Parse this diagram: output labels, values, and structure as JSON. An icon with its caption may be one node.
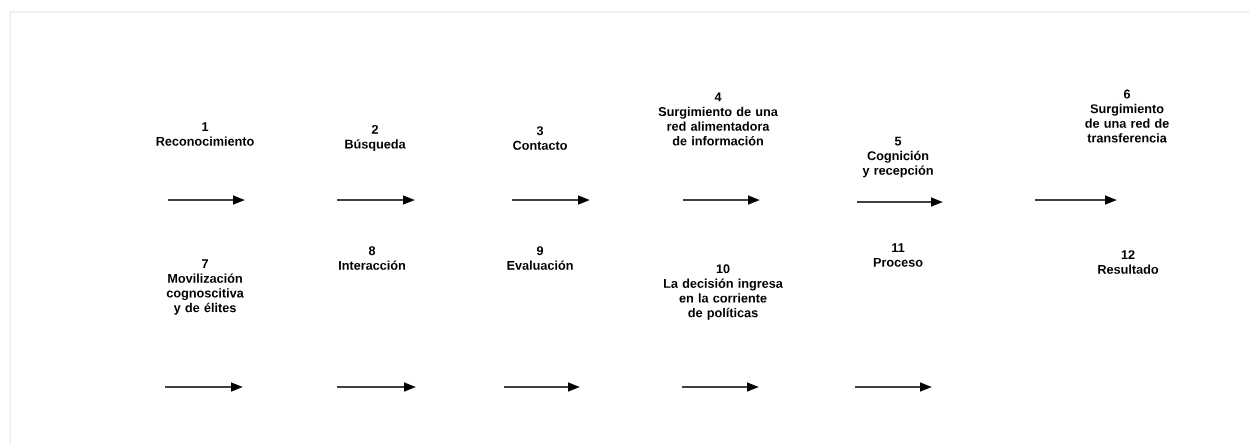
{
  "diagram": {
    "nodes": [
      {
        "text": [
          "1",
          "Reconocimiento"
        ]
      },
      {
        "text": [
          "2",
          "Búsqueda"
        ]
      },
      {
        "text": [
          "3",
          "Contacto"
        ]
      },
      {
        "text": [
          "4",
          "Surgimiento de una red alimentadora de información"
        ]
      },
      {
        "text": [
          "5",
          "Cognición y recepción"
        ]
      },
      {
        "text": [
          "6",
          "Surgimiento de una red de transferencia"
        ]
      },
      {
        "text": [
          "7",
          "Movilización cognoscitiva y de élites"
        ]
      },
      {
        "text": [
          "8",
          "Interacción"
        ]
      },
      {
        "text": [
          "9",
          "Evaluación"
        ]
      },
      {
        "text": [
          "10",
          "La decisión ingresa en la corriente de políticas"
        ]
      },
      {
        "text": [
          "11",
          "Proceso"
        ]
      },
      {
        "text": [
          "12",
          "Resultado"
        ]
      }
    ]
  }
}
